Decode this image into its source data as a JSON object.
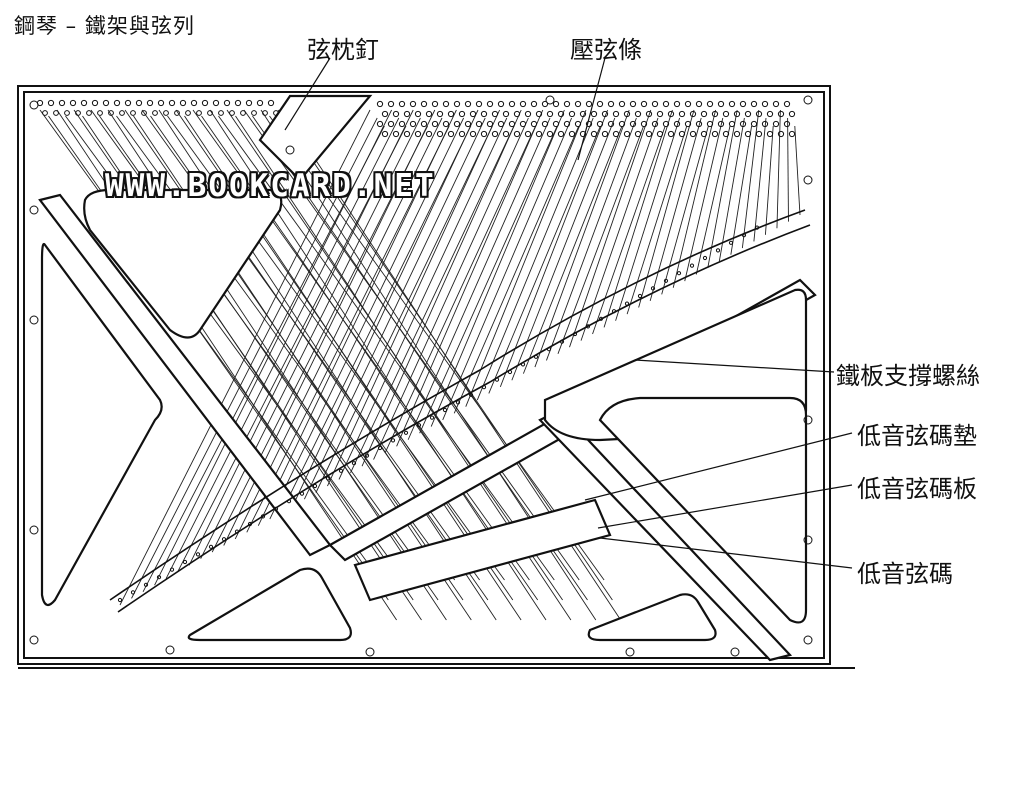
{
  "title": "鋼琴 – 鐵架與弦列",
  "watermark": "WWW.BOOKCARD.NET",
  "labels": {
    "hitch_pins": "弦枕釘",
    "pressure_bar": "壓弦條",
    "plate_support_screw": "鐵板支撐螺絲",
    "bass_bridge_pad": "低音弦碼墊",
    "bass_bridge_board": "低音弦碼板",
    "bass_bridge": "低音弦碼"
  },
  "colors": {
    "ink": "#111111",
    "paper": "#ffffff"
  }
}
